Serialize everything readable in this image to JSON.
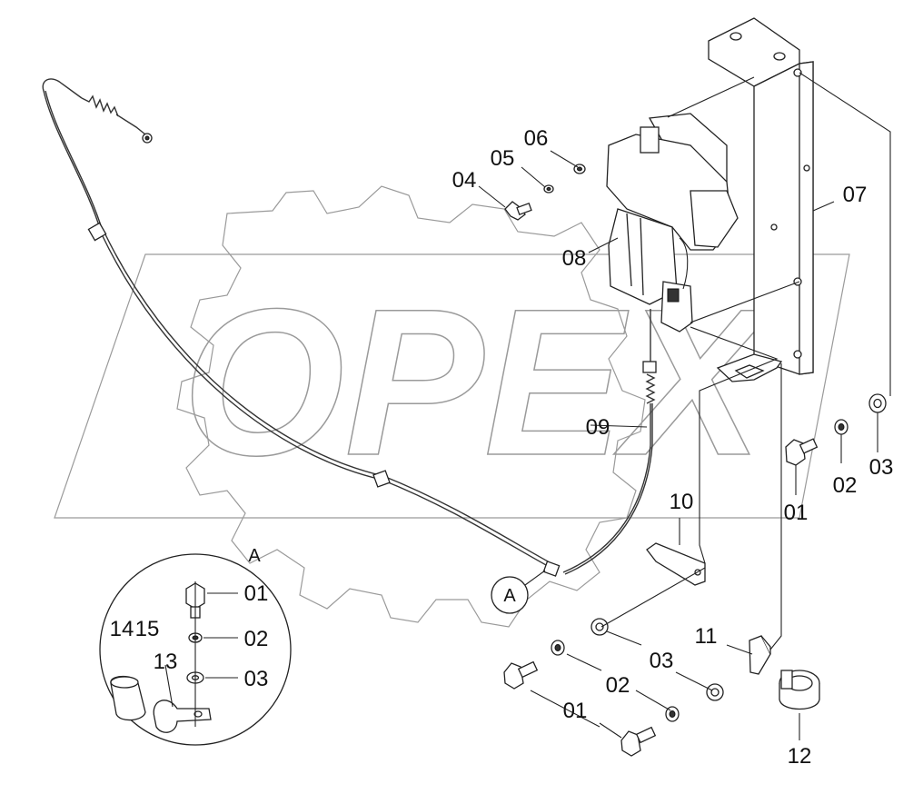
{
  "watermark": "OPEX",
  "detail": {
    "letter": "A",
    "callout": "A"
  },
  "callouts": {
    "c01_main": "01",
    "c02_main": "02",
    "c03_main": "03",
    "c04": "04",
    "c05": "05",
    "c06": "06",
    "c07": "07",
    "c08": "08",
    "c09": "09",
    "c10": "10",
    "c11": "11",
    "c12": "12",
    "c01_low": "01",
    "c02_low": "02",
    "c03_low": "03",
    "c01_det": "01",
    "c02_det": "02",
    "c03_det": "03",
    "c13": "13",
    "c14": "14",
    "c15": "15"
  }
}
